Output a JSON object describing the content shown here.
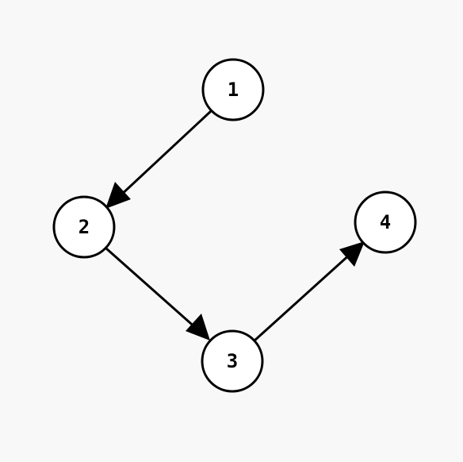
{
  "diagram": {
    "type": "directed-graph",
    "nodes": [
      {
        "id": "1",
        "label": "1"
      },
      {
        "id": "2",
        "label": "2"
      },
      {
        "id": "3",
        "label": "3"
      },
      {
        "id": "4",
        "label": "4"
      }
    ],
    "edges": [
      {
        "from": "1",
        "to": "2"
      },
      {
        "from": "2",
        "to": "3"
      },
      {
        "from": "3",
        "to": "4"
      }
    ]
  },
  "colors": {
    "background": "#f8f8f8",
    "node_fill": "#ffffff",
    "stroke": "#000000"
  }
}
